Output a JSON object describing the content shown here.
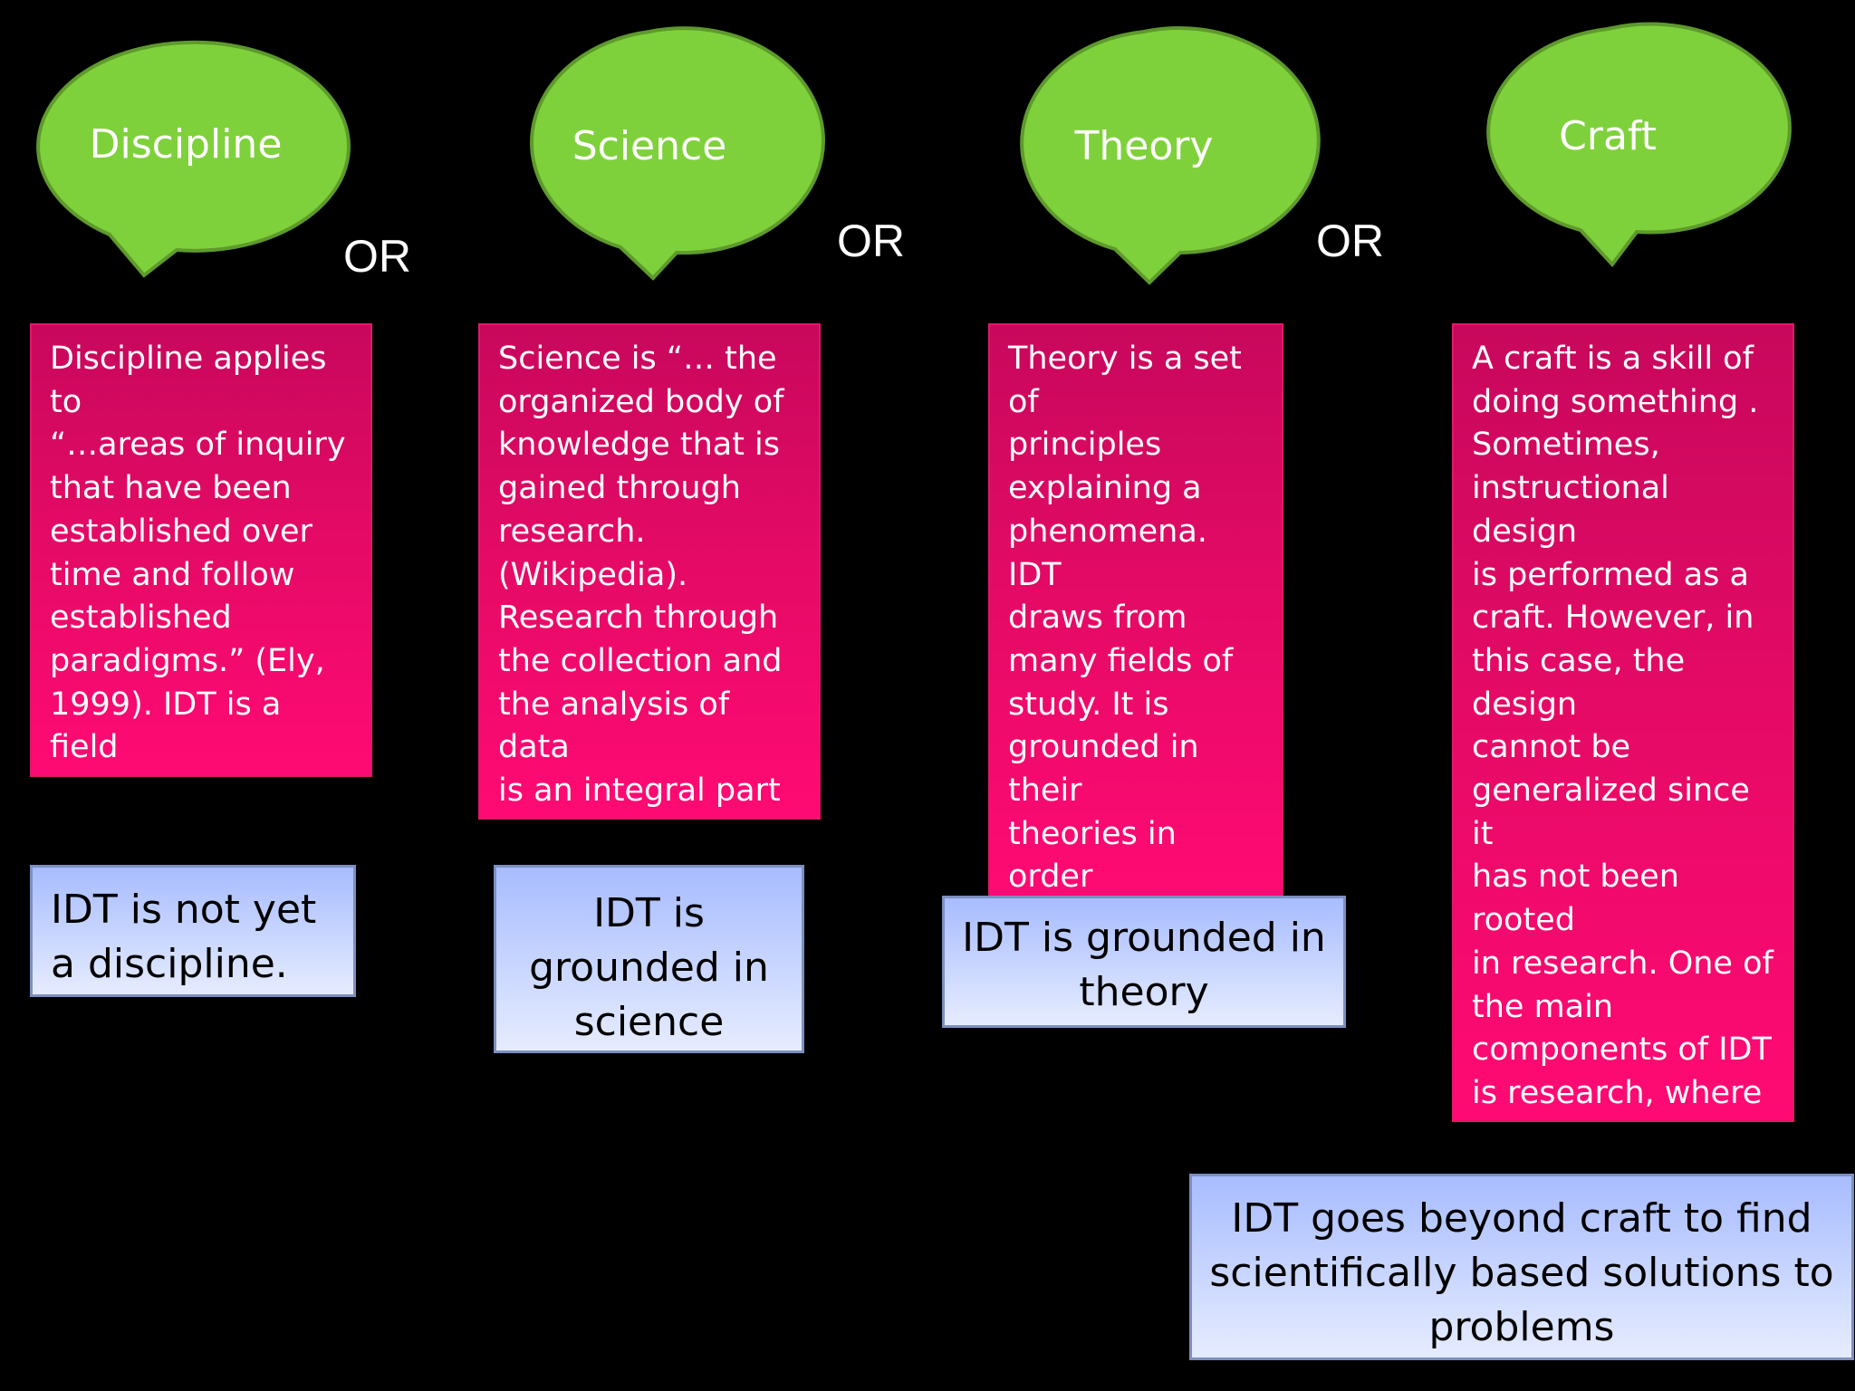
{
  "colors": {
    "background": "#000000",
    "bubble_fill": "#7fd13b",
    "bubble_stroke": "#5e9a2c",
    "definition_box": "#e60a66",
    "verdict_box": "#c6d4ff"
  },
  "bubbles": [
    {
      "label": "Discipline"
    },
    {
      "label": "Science"
    },
    {
      "label": "Theory"
    },
    {
      "label": "Craft"
    }
  ],
  "connectors": [
    {
      "label": "OR"
    },
    {
      "label": "OR"
    },
    {
      "label": "OR"
    }
  ],
  "definitions": [
    {
      "text": "Discipline applies to\n“…areas of inquiry\nthat have been\nestablished over\ntime and follow\nestablished\nparadigms.” (Ely,\n1999). IDT is a field\nthat is still changing\nand maturing."
    },
    {
      "text": "Science is “… the\norganized body of\nknowledge that is\ngained through\nresearch.\n(Wikipedia).\nResearch through\nthe collection and\nthe analysis of data\nis an integral part of\ninstructional design."
    },
    {
      "text": "Theory is a set of\nprinciples\nexplaining  a\nphenomena.  IDT\ndraws from\nmany fields of\nstudy. It is\ngrounded in their\ntheories in order\nto answer to its\ndifferent\ncomponents."
    },
    {
      "text": "A craft  is a skill of\ndoing something .\nSometimes,\ninstructional design\nis performed as a\ncraft.  However, in\nthis case, the design\ncannot be\ngeneralized since it\nhas not been rooted\nin research. One of\nthe main\ncomponents of IDT\nis research, where\nproblems are\nanalyzed and\nresults are\nevaluated."
    }
  ],
  "verdicts": [
    {
      "text": "IDT is not yet\na discipline."
    },
    {
      "text": "IDT is\ngrounded in\nscience"
    },
    {
      "text": "IDT is grounded in\ntheory"
    },
    {
      "text": "IDT goes beyond craft  to find\nscientifically based solutions to\nproblems"
    }
  ]
}
